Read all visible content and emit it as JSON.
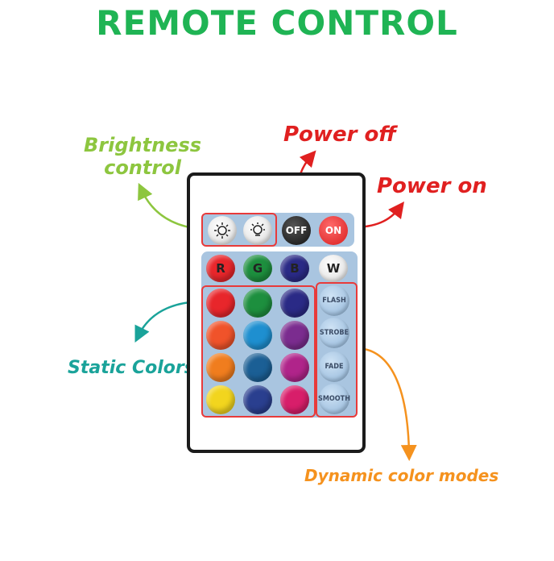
{
  "title": "REMOTE CONTROL",
  "labels": {
    "brightness_line1": "Brightness",
    "brightness_line2": "control",
    "power_off": "Power off",
    "power_on": "Power on",
    "static_colors": "Static Colors",
    "dynamic_modes": "Dynamic color modes"
  },
  "buttons": {
    "off": "OFF",
    "on": "ON",
    "r": "R",
    "g": "G",
    "b": "B",
    "w": "W",
    "flash": "FLASH",
    "strobe": "STROBE",
    "fade": "FADE",
    "smooth": "SMOOTH"
  },
  "colors": {
    "title": "#1fb454",
    "brightness_label": "#8dc63f",
    "power_label": "#e02020",
    "static_label": "#1aa39a",
    "dynamic_label": "#f5921e",
    "outline": "#e83a3a",
    "panel": "#a9c5e0"
  },
  "icons": [
    "brightness-up-icon",
    "brightness-down-icon"
  ],
  "color_grid": [
    [
      "#e8262b",
      "#1d8f3e",
      "#2a2a86"
    ],
    [
      "#f0532a",
      "#1e8fd0",
      "#7b2c8f"
    ],
    [
      "#f07d1e",
      "#1b5f95",
      "#b0248a"
    ],
    [
      "#f2d51e",
      "#2a3f8f",
      "#d81e6a"
    ]
  ]
}
